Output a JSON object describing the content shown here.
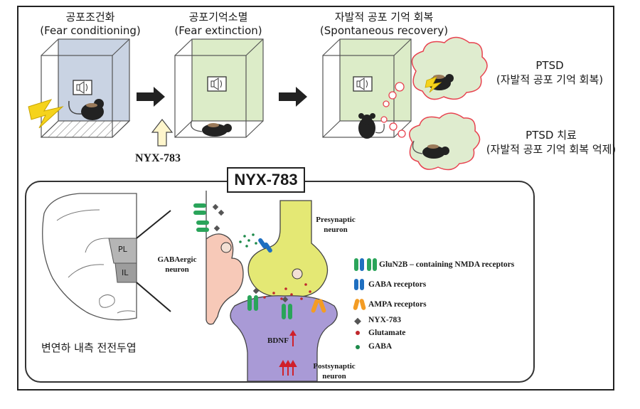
{
  "stages": [
    {
      "ko": "공포조건화",
      "en": "(Fear conditioning)"
    },
    {
      "ko": "공포기억소멸",
      "en": "(Fear extinction)"
    },
    {
      "ko": "자발적 공포 기억 회복",
      "en": "(Spontaneous recovery)"
    }
  ],
  "outcomes": {
    "ptsd": {
      "title": "PTSD",
      "sub": "(자발적 공포 기억 회복)"
    },
    "treatment": {
      "title": "PTSD 치료",
      "sub": "(자발적 공포 기억 회복 억제)"
    }
  },
  "drug_under_arrow": "NYX-783",
  "drug_box": "NYX-783",
  "brain": {
    "pl": "PL",
    "il": "IL",
    "caption": "변연하 내측 전전두엽"
  },
  "neurons": {
    "gaba": [
      "GABAergic",
      "neuron"
    ],
    "pre": [
      "Presynaptic",
      "neuron"
    ],
    "post": [
      "Postsynaptic",
      "neuron"
    ],
    "bdnf": "BDNF"
  },
  "legend": [
    {
      "label": "GluN2B – containing NMDA receptors",
      "icon": "nmda-receptor-icon",
      "color": "#2aa45a"
    },
    {
      "label": "GABA receptors",
      "icon": "gaba-receptor-icon",
      "color": "#1f6fc0"
    },
    {
      "label": "AMPA receptors",
      "icon": "ampa-receptor-icon",
      "color": "#f39c24"
    },
    {
      "label": "NYX-783",
      "icon": "drug-diamond-icon",
      "color": "#555555"
    },
    {
      "label": "Glutamate",
      "icon": "glutamate-dot-icon",
      "color": "#c0282d"
    },
    {
      "label": "GABA",
      "icon": "gaba-dot-icon",
      "color": "#1d8a4a"
    }
  ],
  "colors": {
    "cage1": "#c9d3e3",
    "cage2": "#dcecc8",
    "cage3": "#dcecc8",
    "presynaptic": "#e4e874",
    "postsynaptic": "#a99ad6",
    "gabaergic": "#f7c9b8",
    "cloud_border": "#e8424f",
    "cloud_fill": "#dfeccf",
    "shock": "#f5d31c"
  }
}
